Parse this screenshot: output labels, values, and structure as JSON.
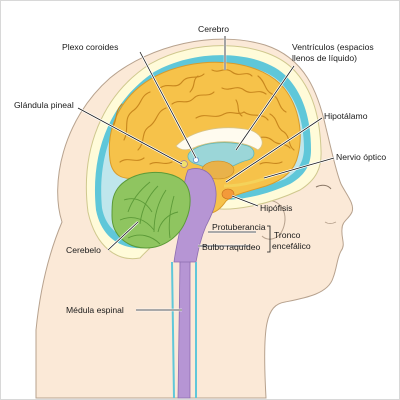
{
  "labels": {
    "cerebro": "Cerebro",
    "plexo": "Plexo coroides",
    "ventriculos_1": "Ventrículos (espacios",
    "ventriculos_2": "llenos de líquido)",
    "pineal": "Glándula pineal",
    "hipotalamo": "Hipotálamo",
    "nervio": "Nervio óptico",
    "hipofisis": "Hipófisis",
    "protuberancia": "Protuberancia",
    "tronco_1": "Tronco",
    "tronco_2": "encefálico",
    "bulbo": "Bulbo raquídeo",
    "cerebelo": "Cerebelo",
    "medula": "Médula espinal"
  },
  "colors": {
    "skin": "#fbe9d7",
    "skin_outline": "#b7a28e",
    "skull": "#fffbd9",
    "meninges": "#5fc7d9",
    "csf": "#bfe6ec",
    "cerebrum": "#f6c24a",
    "gyrus_line": "#c8871e",
    "cerebellum": "#8fc560",
    "brainstem": "#b695d4",
    "ventricle": "#9bd6d8",
    "pituitary": "#f39a3a"
  }
}
